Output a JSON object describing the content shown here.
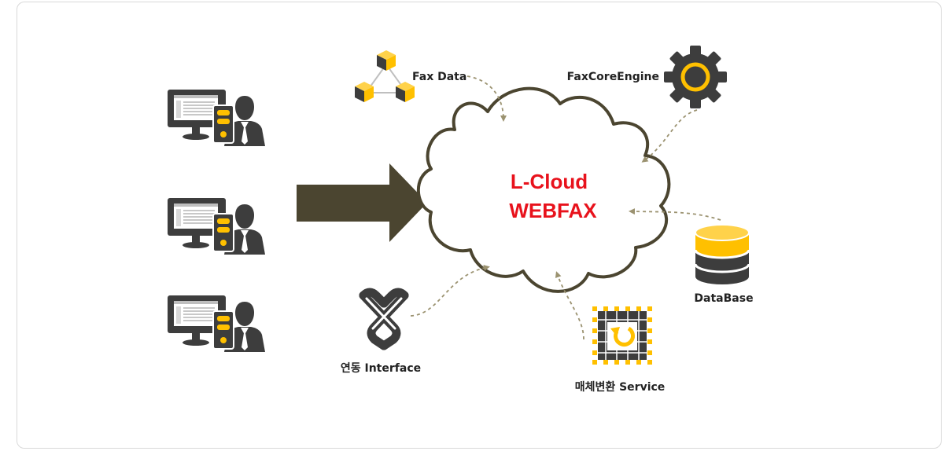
{
  "cloud": {
    "title_line1": "L-Cloud",
    "title_line2": "WEBFAX"
  },
  "nodes": {
    "fax_data": "Fax Data",
    "fax_core_engine": "FaxCoreEngine",
    "database": "DataBase",
    "interface": "연동 Interface",
    "media_service": "매체변환 Service"
  },
  "colors": {
    "cloud_outline": "#4b4530",
    "arrow_fill": "#4b4530",
    "dashed_arrow": "#9b9270",
    "accent_yellow": "#ffc000",
    "icon_dark": "#3d3d3d",
    "title_red": "#e8121c"
  },
  "icons": {
    "workstations": [
      "workstation-user-icon",
      "workstation-user-icon",
      "workstation-user-icon"
    ],
    "fax_data": "cubes-network-icon",
    "fax_core_engine": "gear-icon",
    "database": "database-icon",
    "interface": "interlock-icon",
    "media_service": "conversion-chip-icon"
  }
}
